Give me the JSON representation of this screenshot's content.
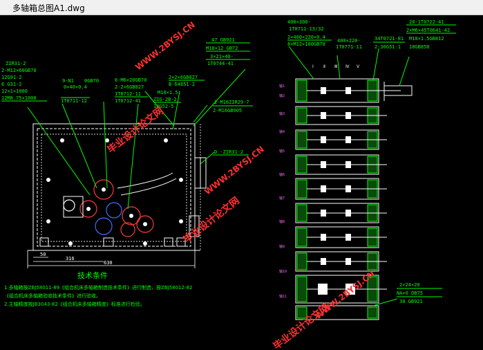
{
  "window": {
    "title": "多轴箱总图A1.dwg"
  },
  "drawing": {
    "callouts_left": [
      "ZIR31-2",
      "2-M12×60GB70",
      "12G91-2",
      "6 G31-2",
      "12×1×1000",
      "12M8.75×1000"
    ],
    "callouts_top_mid": [
      "9-N1",
      "0GB70",
      "0×40×0.4",
      "1T0711-12"
    ],
    "callouts_center": [
      "6-M6×20GB70",
      "2-2×6GB827",
      "1T0712-11",
      "1T0712-41"
    ],
    "callouts_center_right": [
      "M18×1.5",
      "ZIG-2B-2",
      "18G52-5"
    ],
    "callouts_top_right": [
      "2×2×6GB827",
      "B-64851-2"
    ],
    "callouts_gb": [
      "47   GB921",
      "M18×12   GB72",
      "3×21×40-",
      "1T0744-41"
    ],
    "callout_m16": [
      "2-M16ZIR29-7",
      "2-M16GB905"
    ],
    "callout_d": "D -ZIR31-2",
    "side_labels_top": [
      "400×300-",
      "1T0711-13/32",
      "2×400×220×0.4",
      "8×M12×100GB70"
    ],
    "side_labels_mid": [
      "400×220-",
      "1T0771-11"
    ],
    "side_labels_right": [
      "34T0721-81",
      "2-30G51-1"
    ],
    "side_labels_far": [
      "20-1T0722-41",
      "2×M6×45T0641-42",
      "M18×1.5GB812",
      "18GB858"
    ],
    "dimensions": [
      "50",
      "316",
      "630"
    ],
    "spec": {
      "title": "技术条件",
      "lines": [
        "1.多轴箱按ZBJ58011-89《组合机床多轴箱制造技术条件》进行制造，按ZBJ58012-82",
        "《组合机床多轴箱验收技术条件》进行验收。",
        "2.主轴精度按JB3043-82《组合机床多轴箱精度》标准进行检验。"
      ]
    },
    "bottom_right_callout": [
      "2×24×20",
      "NA×0   DB75",
      "30   GB921"
    ],
    "watermarks": [
      "毕业设计论文网",
      "WWW.2BYSJ.CN"
    ]
  },
  "colors": {
    "background": "#000000",
    "line_white": "#ffffff",
    "line_green": "#00ff00",
    "line_magenta": "#ff00ff",
    "line_yellow": "#ffff00",
    "line_cyan": "#00ffff",
    "watermark_red": "#ff3030"
  }
}
